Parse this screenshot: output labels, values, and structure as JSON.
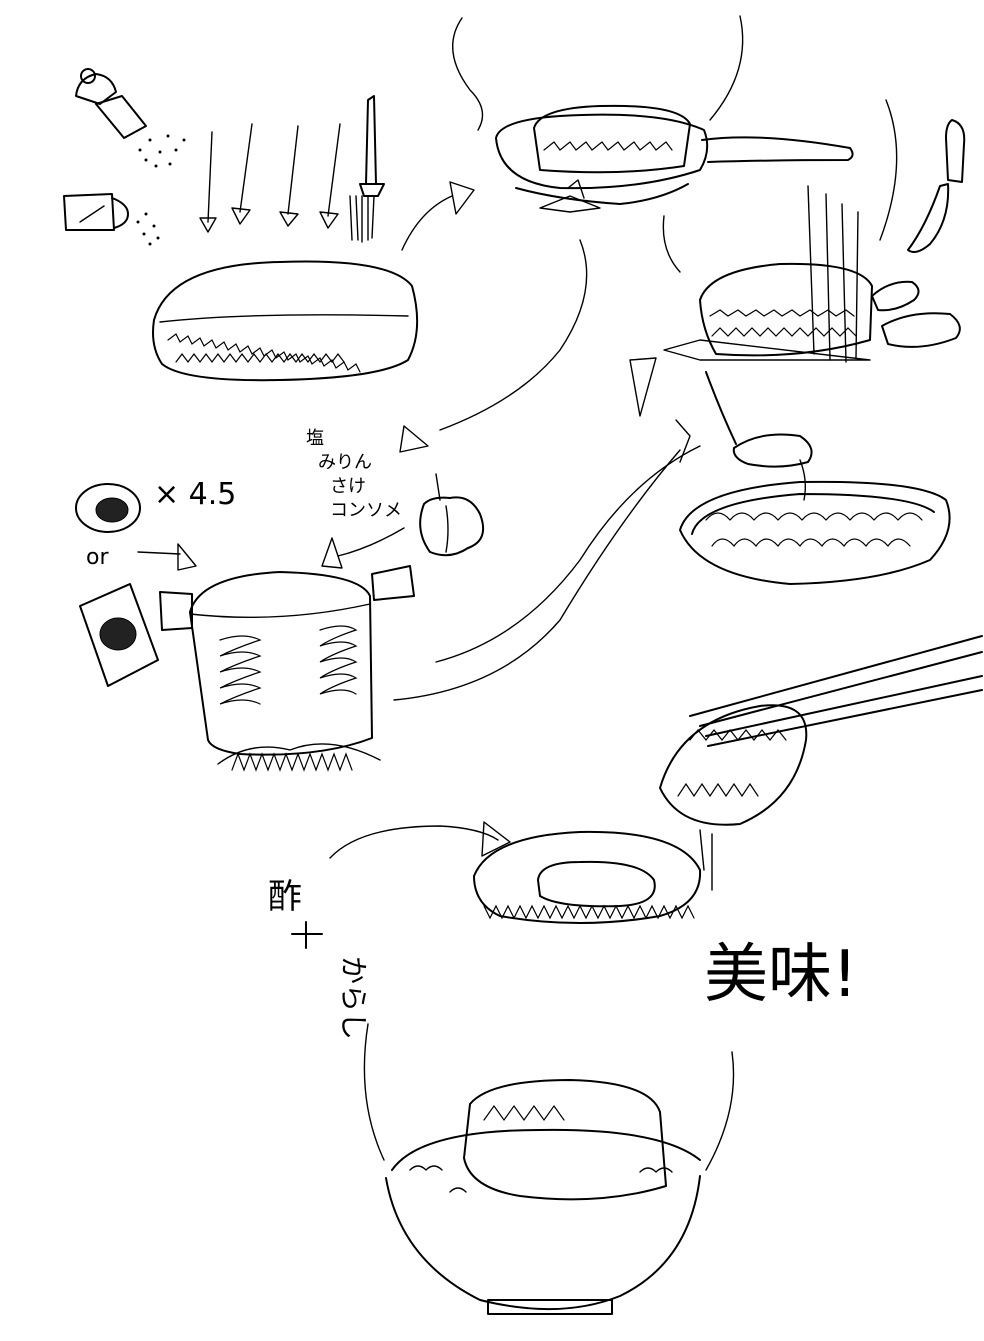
{
  "labels": {
    "multiplier": "× 4.5",
    "or": "or",
    "seasoning_1": "塩",
    "seasoning_2": "みりん",
    "seasoning_3": "さけ",
    "seasoning_4": "コンソメ",
    "vinegar": "酢",
    "mustard": "からし",
    "delicious": "美味!"
  },
  "icons": [
    "pepper-shaker-icon",
    "salt-shaker-icon",
    "brush-icon",
    "meat-block-icon",
    "frying-pan-icon",
    "knife-icon",
    "sliced-meat-icon",
    "ladle-icon",
    "plate-icon",
    "bouillon-cube-icon",
    "bouillon-packet-icon",
    "garlic-icon",
    "stock-pot-icon",
    "chopsticks-icon",
    "small-plate-icon",
    "rice-bowl-icon"
  ]
}
